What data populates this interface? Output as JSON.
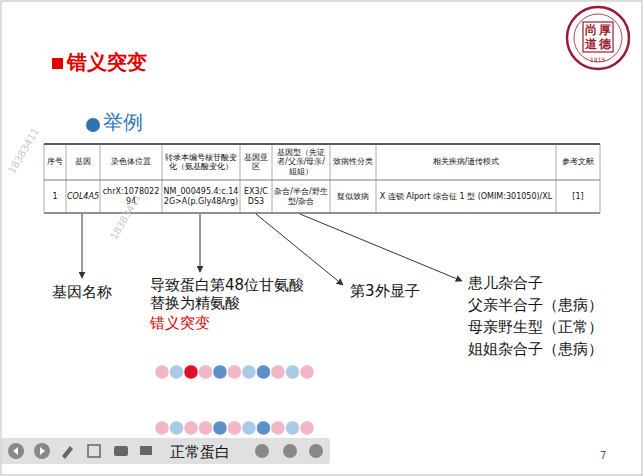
{
  "diagram": {
    "title": "错义突变",
    "labels": [
      "举例",
      "序号",
      "基因",
      "染色体位置",
      "转录本编号核苷酸变化（氨基酸变化）",
      "基因亚区",
      "基因型（先证者/父亲/母亲/姐姐）",
      "致病性分类",
      "相关疾病/遗传模式",
      "参考文献",
      "1",
      "COL4A5",
      "chrX:107802294",
      "NM_000495.4:c.142G>A(p.Gly48Arg)",
      "EX3/CDS3",
      "杂合/半合/野生型/杂合",
      "疑似致病",
      "X 连锁 Alport 综合征 1 型 (OMIM:301050)/XL",
      "[1]",
      "基因名称",
      "导致蛋白第48位甘氨酸替换为精氨酸",
      "错义突变",
      "第3外显子",
      "患儿杂合子",
      "父亲半合子（患病）",
      "母亲野生型（正常）",
      "姐姐杂合子（患病）",
      "正常蛋白",
      "7",
      "18383411",
      "18383411",
      "尚",
      "厚",
      "道",
      "德",
      "1915"
    ]
  }
}
